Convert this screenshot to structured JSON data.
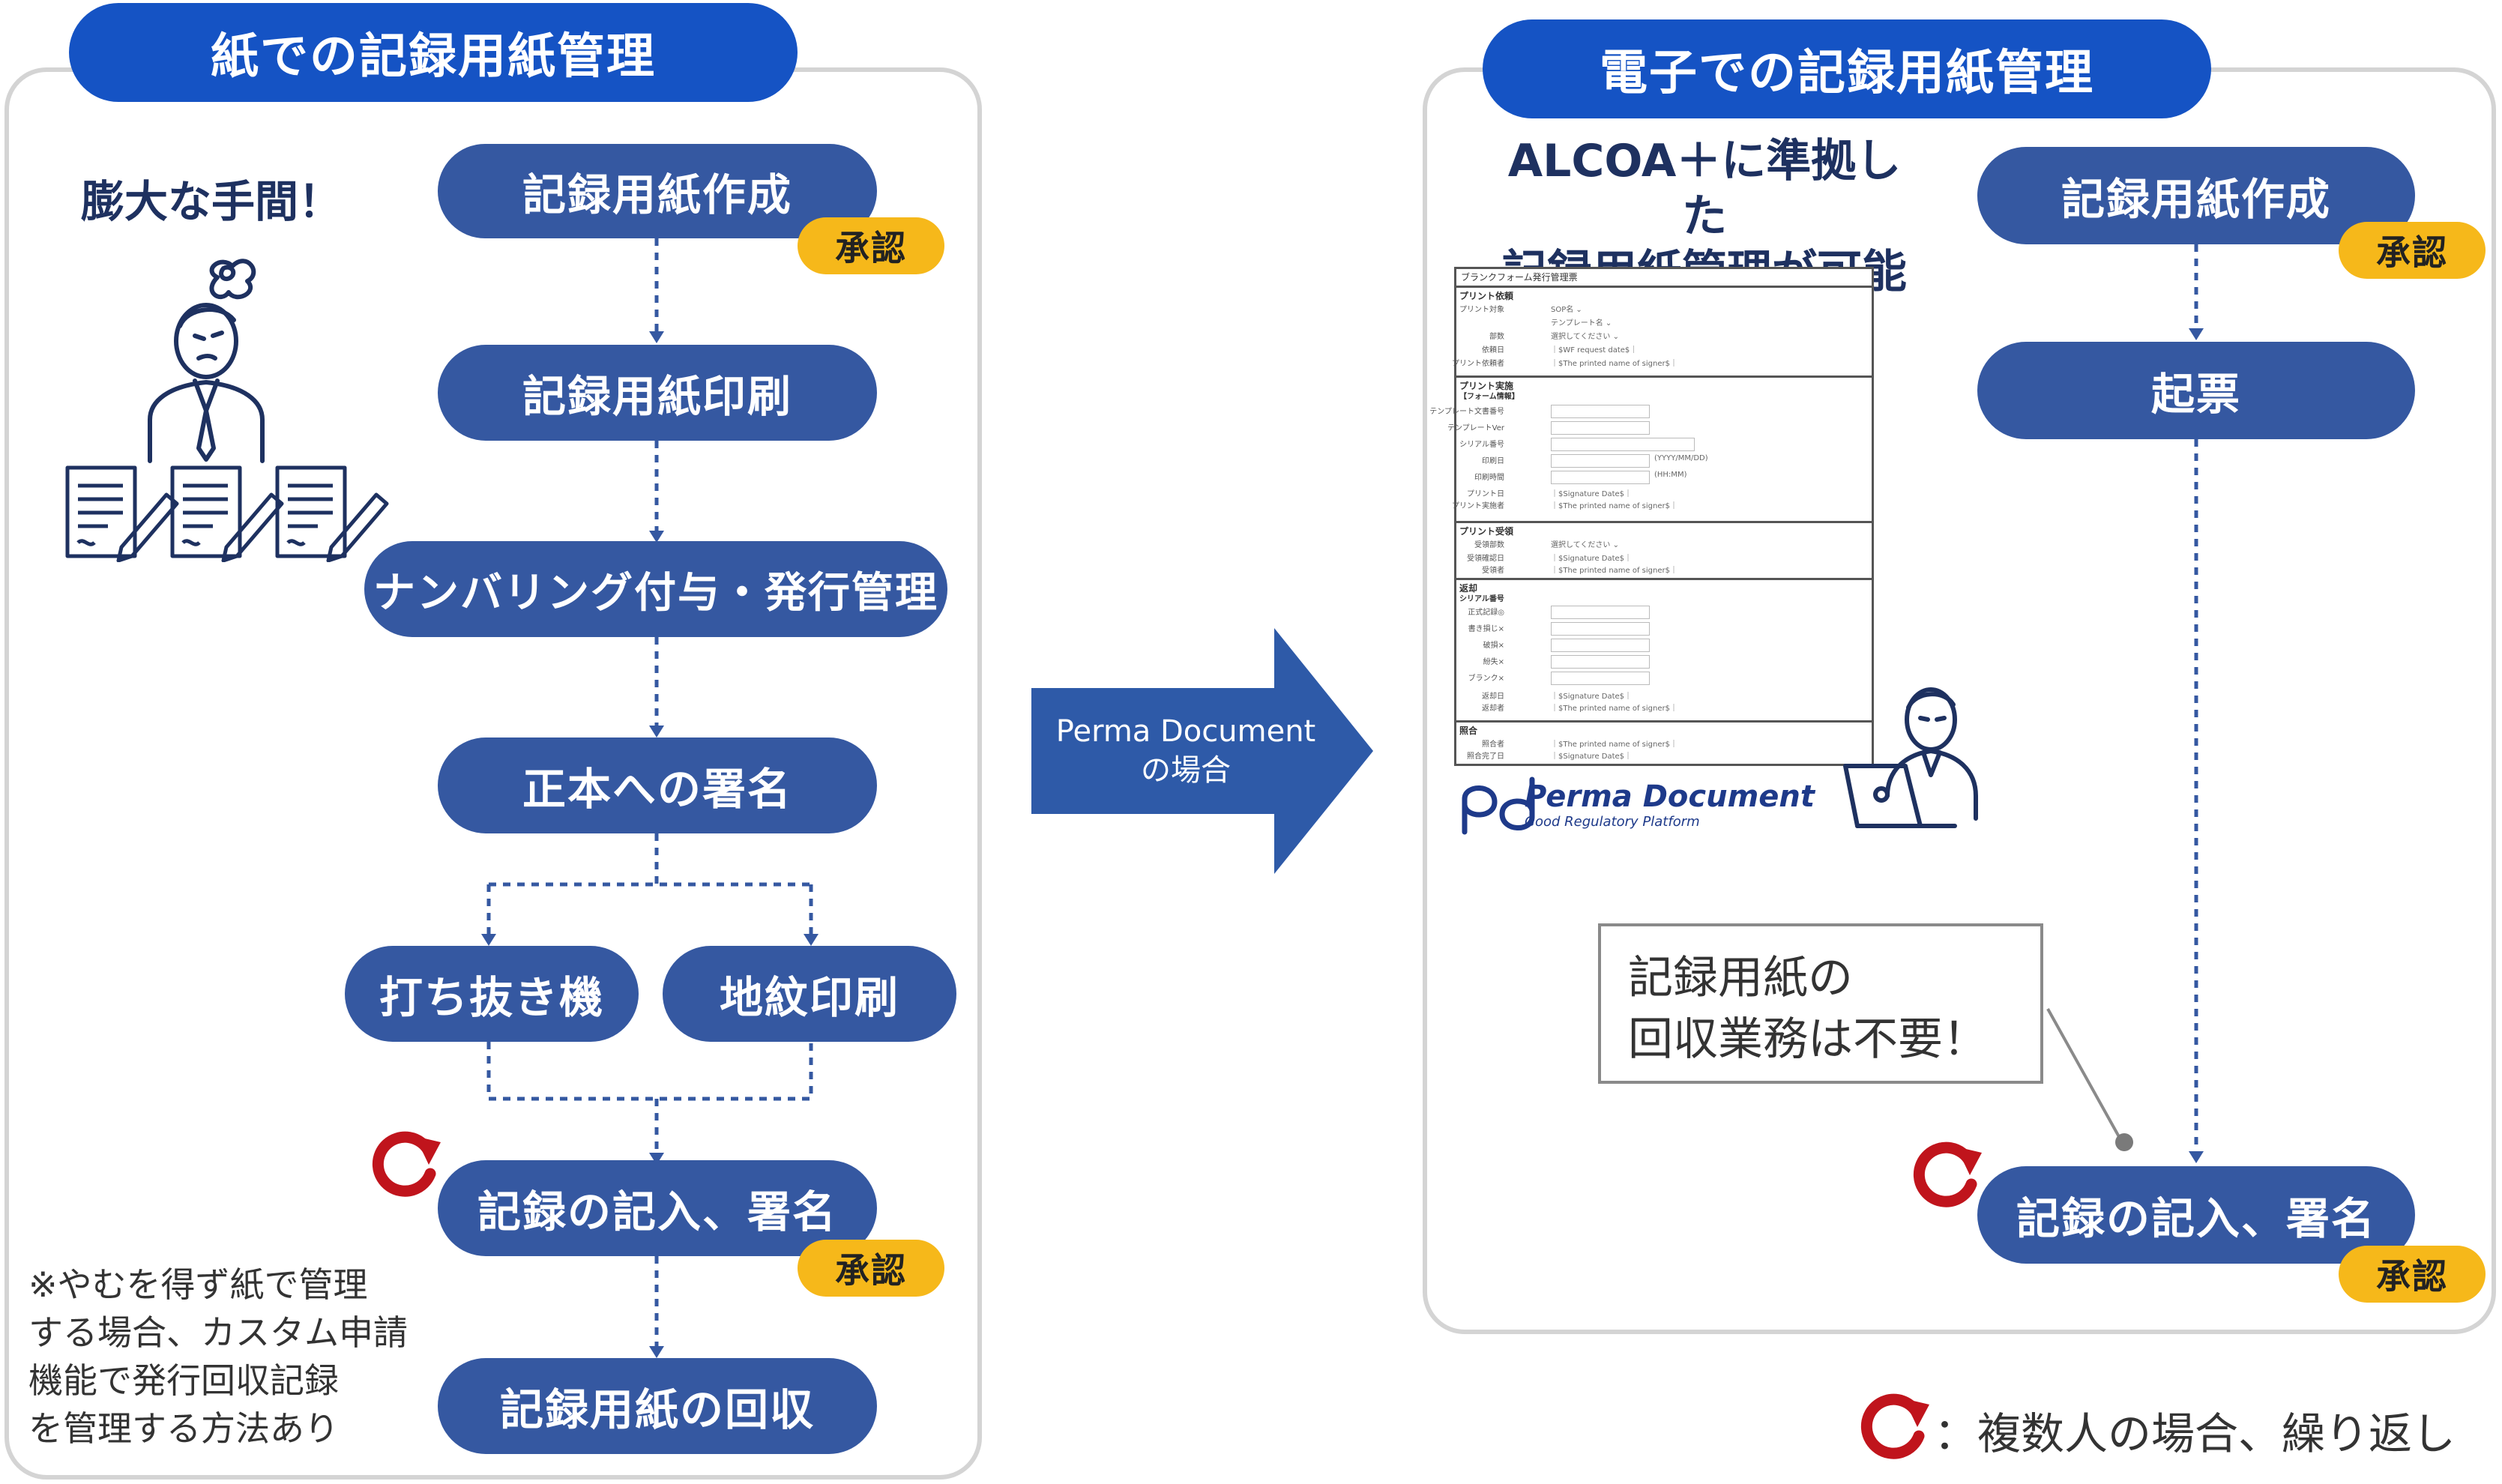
{
  "left": {
    "title": "紙での記録用紙管理",
    "effort_label": "膨大な手間！",
    "steps": [
      "記録用紙作成",
      "記録用紙印刷",
      "ナンバリング付与・発行管理",
      "正本への署名",
      "打ち抜き機",
      "地紋印刷",
      "記録の記入、署名",
      "記録用紙の回収"
    ],
    "badges": [
      "承認",
      "承認"
    ],
    "note": [
      "※やむを得ず紙で管理",
      "する場合、カスタム申請",
      "機能で発行回収記録",
      "を管理する方法あり"
    ]
  },
  "middle": {
    "arrow_lines": [
      "Perma Document",
      "の場合"
    ]
  },
  "right": {
    "title": "電子での記録用紙管理",
    "headline": [
      "ALCOA＋に準拠した",
      "記録用紙管理が可能"
    ],
    "steps": [
      "記録用紙作成",
      "起票",
      "記録の記入、署名"
    ],
    "badges": [
      "承認",
      "承認"
    ],
    "callout": [
      "記録用紙の",
      "回収業務は不要！"
    ],
    "logo": {
      "name": "Perma Document",
      "tagline": "Good Regulatory Platform"
    },
    "form": {
      "title": "ブランクフォーム発行管理票",
      "sections": [
        {
          "label": "プリント依頼",
          "rows": [
            {
              "label": "プリント対象",
              "value": "SOP名 ⌄"
            },
            {
              "label": "",
              "value": "テンプレート名 ⌄"
            },
            {
              "label": "部数",
              "value": "選択してください ⌄"
            },
            {
              "label": "依頼日",
              "value": "｜$WF request date$｜"
            },
            {
              "label": "プリント依頼者",
              "value": "｜$The printed name of signer$｜"
            }
          ]
        },
        {
          "label": "プリント実施",
          "sublabel": "【フォーム情報】",
          "rows": [
            {
              "label": "テンプレート文書番号",
              "value": ""
            },
            {
              "label": "テンプレートVer",
              "value": ""
            },
            {
              "label": "シリアル番号",
              "value": ""
            },
            {
              "label": "印刷日",
              "value": "(YYYY/MM/DD)"
            },
            {
              "label": "印刷時間",
              "value": "(HH:MM)"
            },
            {
              "label": "プリント日",
              "value": "｜$Signature Date$｜"
            },
            {
              "label": "プリント実施者",
              "value": "｜$The printed name of signer$｜"
            }
          ]
        },
        {
          "label": "プリント受領",
          "rows": [
            {
              "label": "受領部数",
              "value": "選択してください ⌄"
            },
            {
              "label": "受領確認日",
              "value": "｜$Signature Date$｜"
            },
            {
              "label": "受領者",
              "value": "｜$The printed name of signer$｜"
            }
          ]
        },
        {
          "label": "返却",
          "sublabel": "シリアル番号",
          "rows": [
            {
              "label": "正式記録◎",
              "value": ""
            },
            {
              "label": "書き損じ×",
              "value": ""
            },
            {
              "label": "破損×",
              "value": ""
            },
            {
              "label": "紛失×",
              "value": ""
            },
            {
              "label": "ブランク×",
              "value": ""
            },
            {
              "label": "返却日",
              "value": "｜$Signature Date$｜"
            },
            {
              "label": "返却者",
              "value": "｜$The printed name of signer$｜"
            }
          ]
        },
        {
          "label": "照合",
          "rows": [
            {
              "label": "照合者",
              "value": "｜$The printed name of signer$｜"
            },
            {
              "label": "照合完了日",
              "value": "｜$Signature Date$｜"
            }
          ]
        }
      ]
    }
  },
  "legend": {
    "text": "：複数人の場合、繰り返し"
  },
  "colors": {
    "title_blue": "#1553c4",
    "step_blue": "#3558a1",
    "badge_yellow": "#f6b81a",
    "repeat_red": "#c0141c",
    "arrow_blue": "#2e5aa8",
    "border_gray": "#d4d4d4"
  },
  "icons": [
    "worried-person-icon",
    "document-sign-icon",
    "person-laptop-icon",
    "repeat-arrow-icon",
    "perma-document-logo"
  ]
}
